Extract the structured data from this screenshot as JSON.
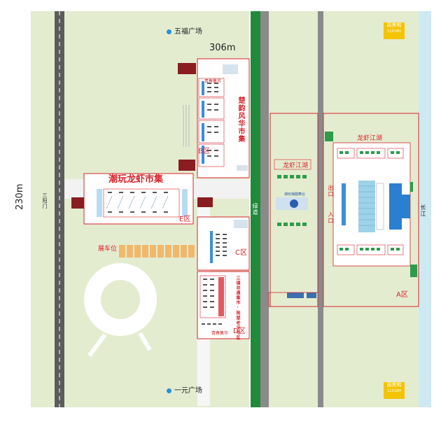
{
  "map": {
    "landmarks": {
      "north": "五福广场",
      "south": "一元广场",
      "gate": "三阳门"
    },
    "dimensions": {
      "width_label": "306m",
      "height_label": "230m"
    },
    "road_label": "绿道",
    "river_label": "长江",
    "areas": {
      "a": {
        "code": "A区",
        "title": "龙虾江湖",
        "exit": "出口",
        "entrance": "入口"
      },
      "b": {
        "code": "B区",
        "title": "楚韵风华市集",
        "sub": "青春集市"
      },
      "c": {
        "code": "C区"
      },
      "d": {
        "code": "D区",
        "sub": "青春集市",
        "title": "三镇非遗集市·荆楚老字号区"
      },
      "e": {
        "code": "E区",
        "title": "潮玩龙虾市集"
      },
      "middle": {
        "title": "龙虾江湖",
        "sub": "潮玩嗨翻舞台"
      }
    },
    "parking_label": "展车位",
    "shop_tag": {
      "name": "周黑鸭",
      "code": "11X18H"
    },
    "colors": {
      "grass": "#e4ecd0",
      "road": "#5c5c5c",
      "greenway": "#1f8a3a",
      "river": "#cde9f2",
      "zone_border": "#d6242a",
      "parking": "#f0b86c",
      "tag": "#f4c400",
      "stall_blue": "#3b8fd8"
    }
  }
}
